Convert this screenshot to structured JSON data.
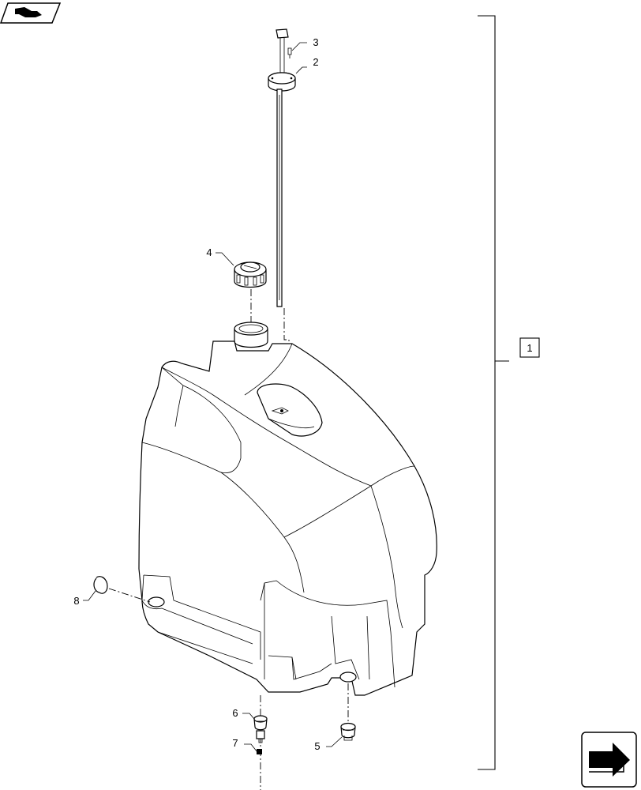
{
  "diagram": {
    "callouts": {
      "assembly": "1",
      "sender_flange": "2",
      "sender_screw": "3",
      "filler_cap": "4",
      "grommet_right": "5",
      "grommet_bottom": "6",
      "drain_plug": "7",
      "grommet_left": "8"
    }
  },
  "icons": {
    "top_left": "book-hand-icon",
    "bottom_right": "next-page-arrow-icon"
  }
}
